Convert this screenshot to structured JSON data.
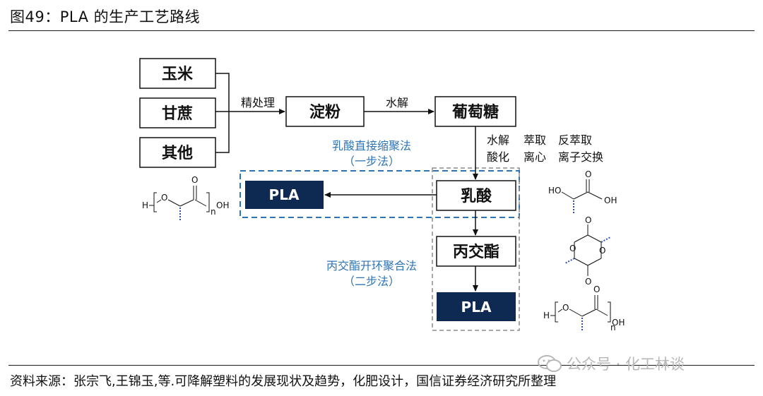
{
  "title": "图49：PLA 的生产工艺路线",
  "source": "资料来源：张宗飞,王锦玉,等.可降解塑料的发展现状及趋势，化肥设计，国信证券经济研究所整理",
  "watermark": "公众号 · 化工林谈",
  "nodes": {
    "corn": "玉米",
    "sugarcane": "甘蔗",
    "other": "其他",
    "starch": "淀粉",
    "glucose": "葡萄糖",
    "lactic_acid": "乳酸",
    "lactide": "丙交酯",
    "pla_one_step": "PLA",
    "pla_two_step": "PLA"
  },
  "labels": {
    "refining": "精处理",
    "hydrolysis": "水解",
    "ferment_row1": [
      "水解",
      "萃取",
      "反萃取"
    ],
    "ferment_row2": [
      "酸化",
      "离心",
      "离子交换"
    ],
    "one_step_title": "乳酸直接缩聚法",
    "one_step_sub": "（一步法）",
    "two_step_title": "丙交酯开环聚合法",
    "two_step_sub": "（二步法）"
  },
  "chem_labels": {
    "h": "H",
    "o": "O",
    "oh": "OH",
    "n": "n",
    "ho": "HO"
  },
  "colors": {
    "navy": "#0f2a52",
    "blue_dashed": "#2f74b5",
    "gray_dashed": "#8c8c8c",
    "watermark": "#b8b8b8"
  }
}
